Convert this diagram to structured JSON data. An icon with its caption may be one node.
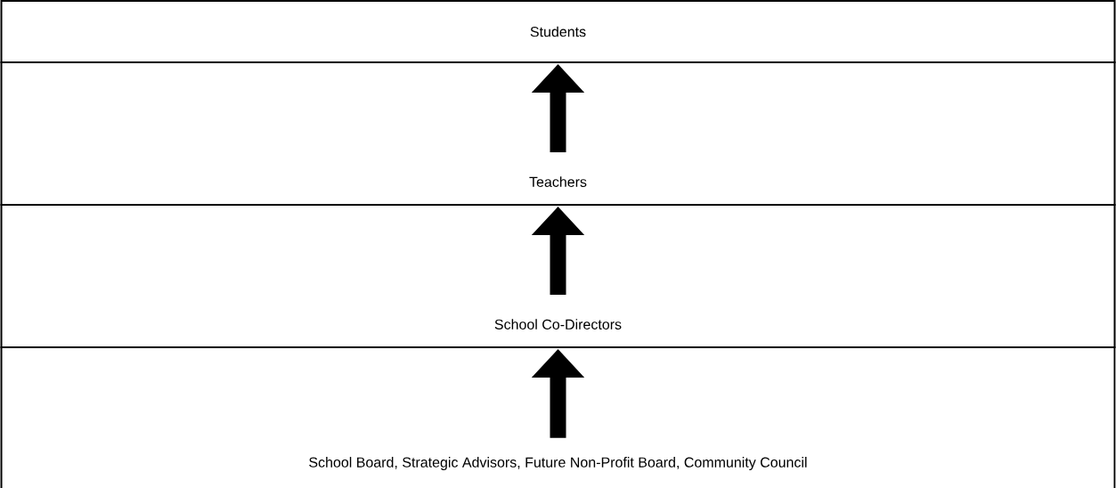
{
  "diagram": {
    "nodes": [
      {
        "text": [
          "Students"
        ]
      },
      {
        "text": [
          "Teachers"
        ]
      },
      {
        "text": [
          "School Co-Directors"
        ]
      },
      {
        "text": [
          "School Board, Strategic Advisors, Future Non-Profit Board, Community Council"
        ]
      }
    ],
    "edges": [
      {
        "from": 1,
        "to": 0,
        "arrow": "to"
      },
      {
        "from": 2,
        "to": 1,
        "arrow": "to"
      },
      {
        "from": 3,
        "to": 2,
        "arrow": "to"
      }
    ]
  }
}
